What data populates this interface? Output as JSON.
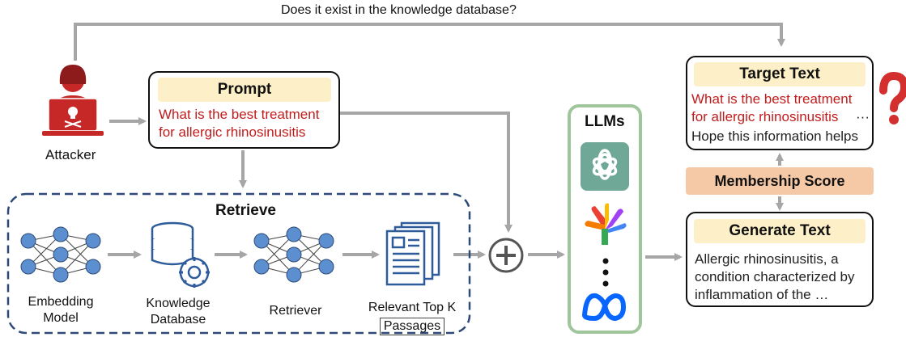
{
  "top_question": "Does it exist in the knowledge database?",
  "attacker": {
    "label": "Attacker"
  },
  "prompt": {
    "title": "Prompt",
    "line1": "What is the best treatment",
    "line2": "for allergic rhinosinusitis"
  },
  "retrieve": {
    "title": "Retrieve",
    "embedding_line1": "Embedding",
    "embedding_line2": "Model",
    "kb_line1": "Knowledge",
    "kb_line2": "Database",
    "retriever": "Retriever",
    "passages_line1": "Relevant Top K",
    "passages_line2": "Passages"
  },
  "llms": {
    "title": "LLMs"
  },
  "target": {
    "title": "Target Text",
    "line1": "What is the best treatment",
    "line2": "for allergic rhinosinusitis",
    "ellipsis": "···",
    "line3": "Hope this information helps"
  },
  "membership": {
    "label": "Membership Score"
  },
  "generate": {
    "title": "Generate Text",
    "line1": "Allergic rhinosinusitis, a",
    "line2": "condition characterized by",
    "line3": "inflammation of the …"
  },
  "colors": {
    "accent_red": "#c01c1c",
    "header_fill": "#fdf0c8",
    "membership_fill": "#f6c9a6",
    "network_node": "#5b8fd0",
    "retrieve_border": "#2e4a78",
    "llm_border": "#9ec69a",
    "arrow": "#a6a6a6"
  }
}
